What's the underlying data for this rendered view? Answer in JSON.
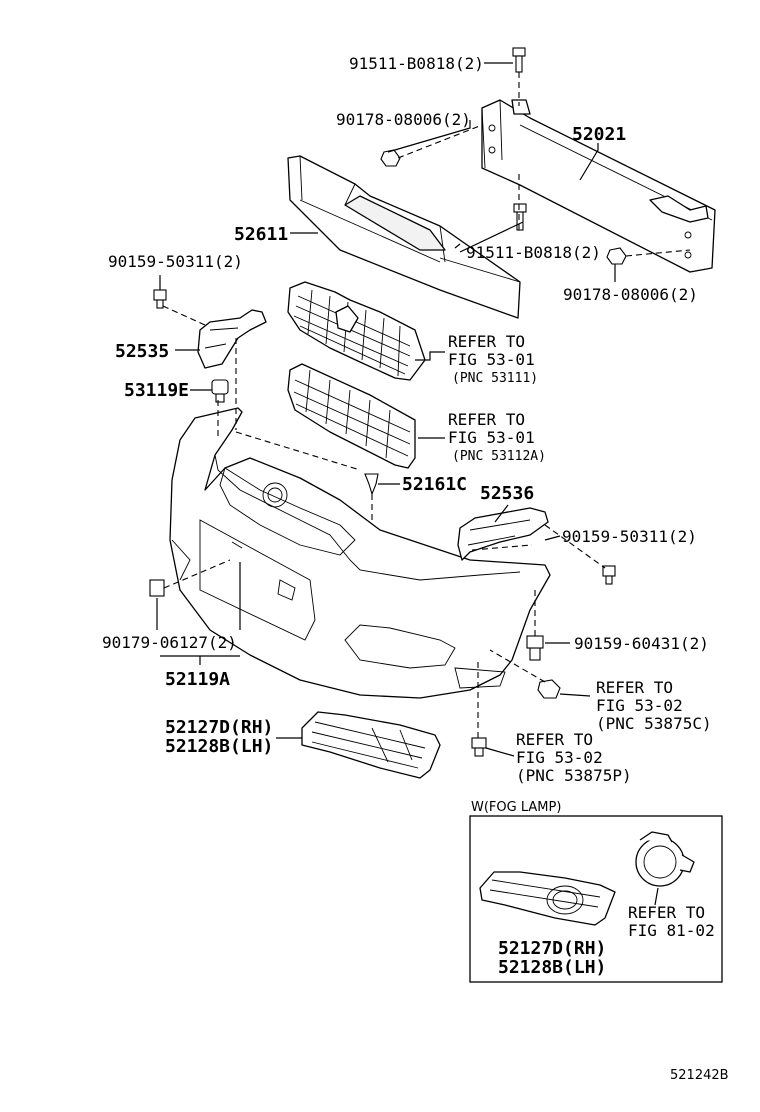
{
  "labels": {
    "bolt_top": "91511-B0818(2)",
    "nut_top": "90178-08006(2)",
    "reinforcement": "52021",
    "absorber": "52611",
    "bolt_mid": "91511-B0818(2)",
    "nut_right": "90178-08006(2)",
    "screw_left": "90159-50311(2)",
    "bracket_left": "52535",
    "grille_upper_ref1": "REFER TO",
    "grille_upper_ref2": "FIG 53-01",
    "grille_upper_pnc": "(PNC 53111)",
    "clip_53119e": "53119E",
    "grille_lower_ref1": "REFER TO",
    "grille_lower_ref2": "FIG 53-01",
    "grille_lower_pnc": "(PNC 53112A)",
    "clip_52161c": "52161C",
    "bracket_right": "52536",
    "screw_right": "90159-50311(2)",
    "screw_lower": "90159-60431(2)",
    "nut_clip": "90179-06127(2)",
    "bumper_cover": "52119A",
    "retainer_ref1": "REFER TO",
    "retainer_ref2": "FIG 53-02",
    "retainer_pnc": "(PNC 53875C)",
    "fog_cover_rh": "52127D(RH)",
    "fog_cover_lh": "52128B(LH)",
    "screw_ref1": "REFER TO",
    "screw_ref2": "FIG 53-02",
    "screw_pnc": "(PNC 53875P)",
    "inset_title": "W(FOG LAMP)",
    "inset_fog_rh": "52127D(RH)",
    "inset_fog_lh": "52128B(LH)",
    "fog_lamp_ref1": "REFER TO",
    "fog_lamp_ref2": "FIG 81-02",
    "drawing_number": "521242B"
  }
}
